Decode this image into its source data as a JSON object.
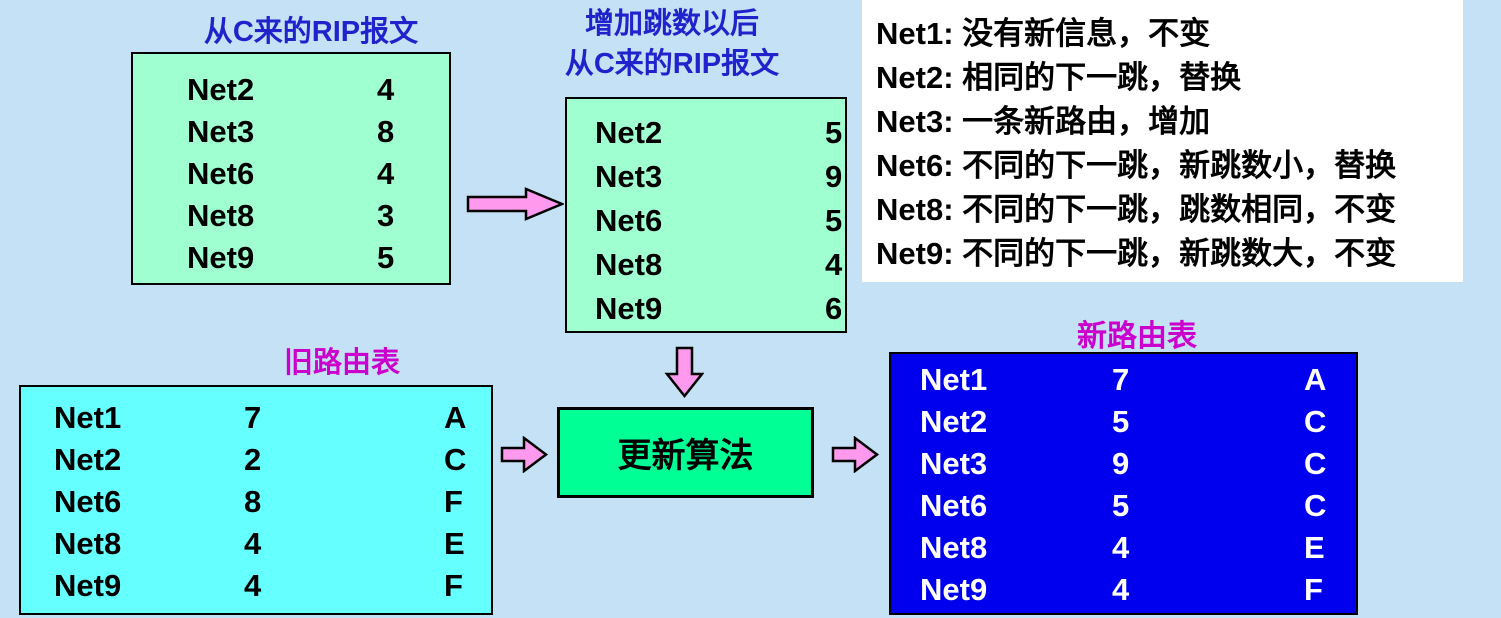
{
  "rip_from_c": {
    "title": "从C来的RIP报文",
    "rows": [
      {
        "net": "Net2",
        "hops": "4"
      },
      {
        "net": "Net3",
        "hops": "8"
      },
      {
        "net": "Net6",
        "hops": "4"
      },
      {
        "net": "Net8",
        "hops": "3"
      },
      {
        "net": "Net9",
        "hops": "5"
      }
    ]
  },
  "rip_incremented": {
    "title_line1": "增加跳数以后",
    "title_line2": "从C来的RIP报文",
    "rows": [
      {
        "net": "Net2",
        "hops": "5"
      },
      {
        "net": "Net3",
        "hops": "9"
      },
      {
        "net": "Net6",
        "hops": "5"
      },
      {
        "net": "Net8",
        "hops": "4"
      },
      {
        "net": "Net9",
        "hops": "6"
      }
    ]
  },
  "notes": {
    "lines": [
      "Net1: 没有新信息，不变",
      "Net2: 相同的下一跳，替换",
      "Net3: 一条新路由，增加",
      "Net6: 不同的下一跳，新跳数小，替换",
      "Net8: 不同的下一跳，跳数相同，不变",
      "Net9: 不同的下一跳，新跳数大，不变"
    ]
  },
  "old_table": {
    "title": "旧路由表",
    "rows": [
      {
        "net": "Net1",
        "hops": "7",
        "next_hop": "A"
      },
      {
        "net": "Net2",
        "hops": "2",
        "next_hop": "C"
      },
      {
        "net": "Net6",
        "hops": "8",
        "next_hop": "F"
      },
      {
        "net": "Net8",
        "hops": "4",
        "next_hop": "E"
      },
      {
        "net": "Net9",
        "hops": "4",
        "next_hop": "F"
      }
    ]
  },
  "update_algorithm": {
    "label": "更新算法"
  },
  "new_table": {
    "title": "新路由表",
    "rows": [
      {
        "net": "Net1",
        "hops": "7",
        "next_hop": "A"
      },
      {
        "net": "Net2",
        "hops": "5",
        "next_hop": "C"
      },
      {
        "net": "Net3",
        "hops": "9",
        "next_hop": "C"
      },
      {
        "net": "Net6",
        "hops": "5",
        "next_hop": "C"
      },
      {
        "net": "Net8",
        "hops": "4",
        "next_hop": "E"
      },
      {
        "net": "Net9",
        "hops": "4",
        "next_hop": "F"
      }
    ]
  },
  "icons": {
    "arrow_right_large": "block-arrow-right",
    "arrow_down": "block-arrow-down",
    "arrow_right_small_left": "block-arrow-right",
    "arrow_right_small_right": "block-arrow-right"
  },
  "colors": {
    "background": "#C4E1F5",
    "rip_box_fill": "#A0FFD0",
    "old_table_fill": "#66FFFF",
    "new_table_fill": "#0000EE",
    "update_box_fill": "#00FF94",
    "arrow_fill": "#FF99EE",
    "blue_title": "#2222CC",
    "magenta_title": "#CC00CC"
  }
}
